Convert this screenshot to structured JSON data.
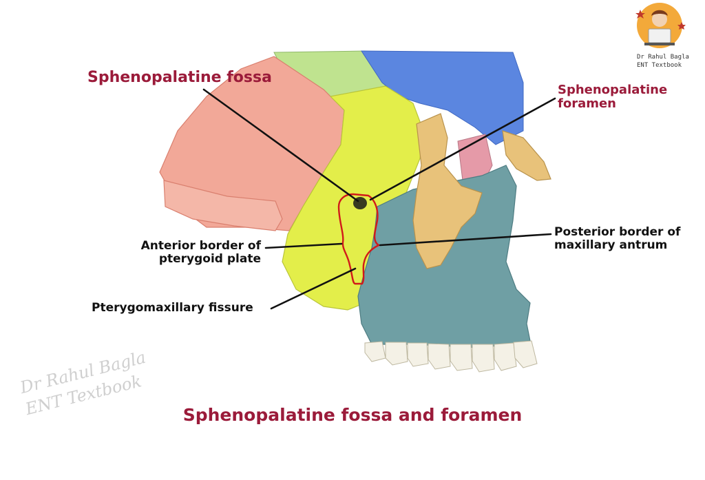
{
  "labels": {
    "sphenopalatine_fossa": "Sphenopalatine fossa",
    "sphenopalatine_foramen_line1": "Sphenopalatine",
    "sphenopalatine_foramen_line2": "foramen",
    "posterior_border_line1": "Posterior border of",
    "posterior_border_line2": "maxillary antrum",
    "anterior_border_line1": "Anterior border of",
    "anterior_border_line2": "pterygoid plate",
    "pterygomaxillary_fissure": "Pterygomaxillary fissure"
  },
  "title": "Sphenopalatine fossa and foramen",
  "watermark": {
    "line1": "Dr Rahul Bagla",
    "line2": "ENT Textbook"
  },
  "logo": {
    "line1": "Dr Rahul Bagla",
    "line2": "ENT Textbook"
  },
  "colors": {
    "label_red": "#9b1b3a",
    "label_black": "#111111",
    "temporal_bone": "#f2a898",
    "sphenoid_bone": "#e3ee4a",
    "parietal_bone": "#bfe38f",
    "frontal_bone": "#5b86e0",
    "maxilla": "#6f9fa4",
    "zygomatic_bone": "#e8c27a",
    "outline_red": "#d11a1a"
  }
}
